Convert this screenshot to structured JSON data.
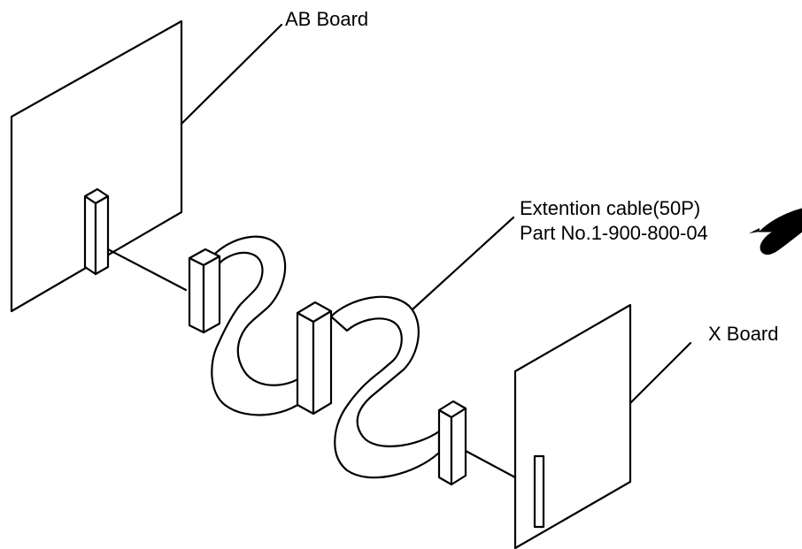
{
  "labels": {
    "ab_board": "AB Board",
    "x_board": "X Board",
    "cable_name": "Extention cable(50P)",
    "cable_part": "Part No.1-900-800-04"
  },
  "colors": {
    "line": "#000000",
    "background": "#ffffff"
  },
  "icons": {
    "pointer": "pointing-hand-icon"
  }
}
